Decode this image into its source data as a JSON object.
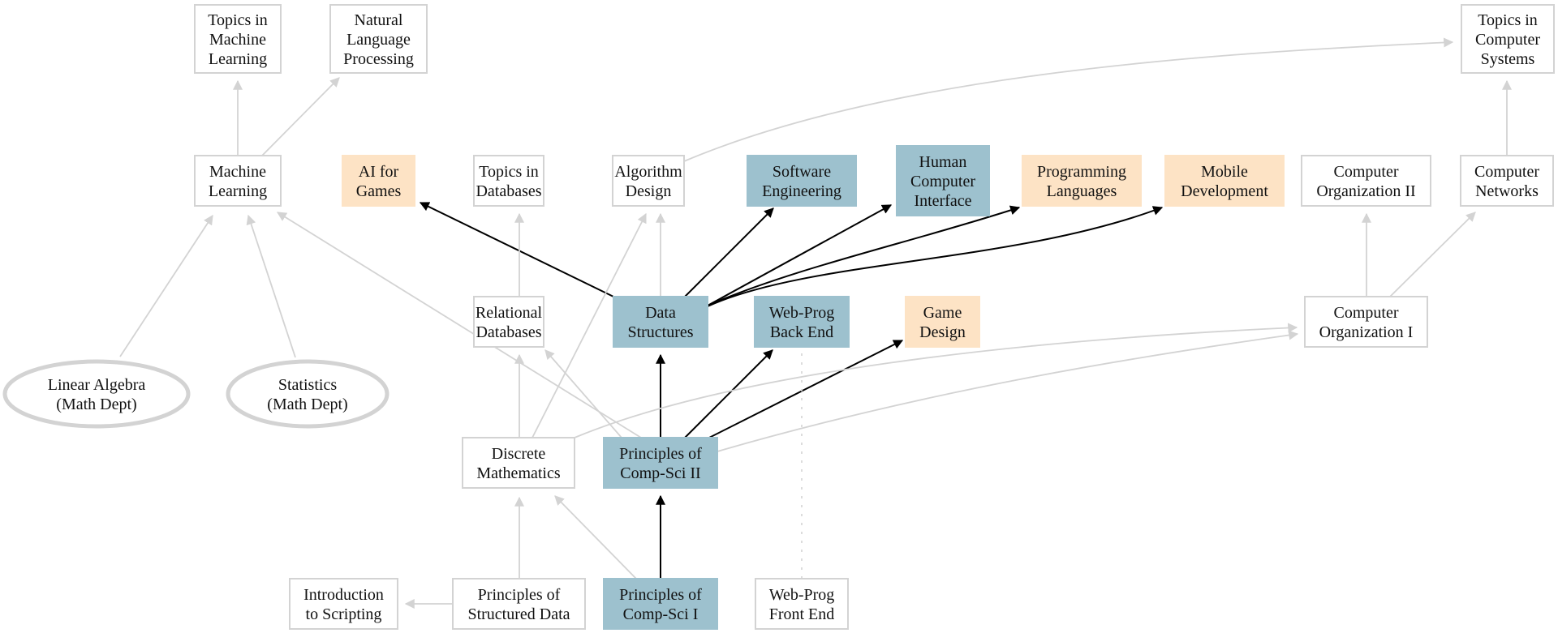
{
  "title": "Course prerequisite graph",
  "colors": {
    "core": "#9dc1ce",
    "elective": "#fde3c5",
    "plain_fill": "#ffffff",
    "plain_border": "#d3d3d3",
    "required_edge": "#000000",
    "other_edge": "#d3d3d3"
  },
  "nodes": [
    {
      "id": "tml",
      "lines": [
        "Topics in",
        "Machine",
        "Learning"
      ],
      "kind": "plain",
      "shape": "box"
    },
    {
      "id": "nlp",
      "lines": [
        "Natural",
        "Language",
        "Processing"
      ],
      "kind": "plain",
      "shape": "box"
    },
    {
      "id": "tcs",
      "lines": [
        "Topics in",
        "Computer",
        "Systems"
      ],
      "kind": "plain",
      "shape": "box"
    },
    {
      "id": "ml",
      "lines": [
        "Machine",
        "Learning"
      ],
      "kind": "plain",
      "shape": "box"
    },
    {
      "id": "aig",
      "lines": [
        "AI for",
        "Games"
      ],
      "kind": "elective",
      "shape": "box"
    },
    {
      "id": "tdb",
      "lines": [
        "Topics in",
        "Databases"
      ],
      "kind": "plain",
      "shape": "box"
    },
    {
      "id": "alg",
      "lines": [
        "Algorithm",
        "Design"
      ],
      "kind": "plain",
      "shape": "box"
    },
    {
      "id": "se",
      "lines": [
        "Software",
        "Engineering"
      ],
      "kind": "core",
      "shape": "box"
    },
    {
      "id": "hci",
      "lines": [
        "Human",
        "Computer",
        "Interface"
      ],
      "kind": "core",
      "shape": "box"
    },
    {
      "id": "pl",
      "lines": [
        "Programming",
        "Languages"
      ],
      "kind": "elective",
      "shape": "box"
    },
    {
      "id": "mob",
      "lines": [
        "Mobile",
        "Development"
      ],
      "kind": "elective",
      "shape": "box"
    },
    {
      "id": "co2",
      "lines": [
        "Computer",
        "Organization II"
      ],
      "kind": "plain",
      "shape": "box"
    },
    {
      "id": "net",
      "lines": [
        "Computer",
        "Networks"
      ],
      "kind": "plain",
      "shape": "box"
    },
    {
      "id": "rdb",
      "lines": [
        "Relational",
        "Databases"
      ],
      "kind": "plain",
      "shape": "box"
    },
    {
      "id": "ds",
      "lines": [
        "Data",
        "Structures"
      ],
      "kind": "core",
      "shape": "box"
    },
    {
      "id": "wpb",
      "lines": [
        "Web-Prog",
        "Back End"
      ],
      "kind": "core",
      "shape": "box"
    },
    {
      "id": "gd",
      "lines": [
        "Game",
        "Design"
      ],
      "kind": "elective",
      "shape": "box"
    },
    {
      "id": "co1",
      "lines": [
        "Computer",
        "Organization I"
      ],
      "kind": "plain",
      "shape": "box"
    },
    {
      "id": "la",
      "lines": [
        "Linear Algebra",
        "(Math Dept)"
      ],
      "kind": "plain",
      "shape": "ellipse"
    },
    {
      "id": "stat",
      "lines": [
        "Statistics",
        "(Math Dept)"
      ],
      "kind": "plain",
      "shape": "ellipse"
    },
    {
      "id": "dm",
      "lines": [
        "Discrete",
        "Mathematics"
      ],
      "kind": "plain",
      "shape": "box"
    },
    {
      "id": "pcs2",
      "lines": [
        "Principles of",
        "Comp-Sci II"
      ],
      "kind": "core",
      "shape": "box"
    },
    {
      "id": "its",
      "lines": [
        "Introduction",
        "to Scripting"
      ],
      "kind": "plain",
      "shape": "box"
    },
    {
      "id": "psd",
      "lines": [
        "Principles of",
        "Structured Data"
      ],
      "kind": "plain",
      "shape": "box"
    },
    {
      "id": "pcs1",
      "lines": [
        "Principles of",
        "Comp-Sci I"
      ],
      "kind": "core",
      "shape": "box"
    },
    {
      "id": "wpf",
      "lines": [
        "Web-Prog",
        "Front End"
      ],
      "kind": "plain",
      "shape": "box"
    }
  ],
  "edges": [
    {
      "from": "ml",
      "to": "tml",
      "style": "other"
    },
    {
      "from": "ml",
      "to": "nlp",
      "style": "other"
    },
    {
      "from": "net",
      "to": "tcs",
      "style": "other"
    },
    {
      "from": "alg",
      "to": "tcs",
      "style": "other"
    },
    {
      "from": "la",
      "to": "ml",
      "style": "other"
    },
    {
      "from": "stat",
      "to": "ml",
      "style": "other"
    },
    {
      "from": "pcs2",
      "to": "ml",
      "style": "other"
    },
    {
      "from": "ds",
      "to": "aig",
      "style": "required"
    },
    {
      "from": "rdb",
      "to": "tdb",
      "style": "other"
    },
    {
      "from": "dm",
      "to": "alg",
      "style": "other"
    },
    {
      "from": "ds",
      "to": "alg",
      "style": "other"
    },
    {
      "from": "ds",
      "to": "se",
      "style": "required"
    },
    {
      "from": "ds",
      "to": "hci",
      "style": "required"
    },
    {
      "from": "ds",
      "to": "pl",
      "style": "required"
    },
    {
      "from": "ds",
      "to": "mob",
      "style": "required"
    },
    {
      "from": "co1",
      "to": "co2",
      "style": "other"
    },
    {
      "from": "co1",
      "to": "net",
      "style": "other"
    },
    {
      "from": "dm",
      "to": "rdb",
      "style": "other"
    },
    {
      "from": "pcs2",
      "to": "rdb",
      "style": "other"
    },
    {
      "from": "pcs2",
      "to": "ds",
      "style": "required"
    },
    {
      "from": "pcs2",
      "to": "wpb",
      "style": "required"
    },
    {
      "from": "pcs2",
      "to": "gd",
      "style": "required"
    },
    {
      "from": "dm",
      "to": "co1",
      "style": "other"
    },
    {
      "from": "pcs2",
      "to": "co1",
      "style": "other"
    },
    {
      "from": "psd",
      "to": "dm",
      "style": "other"
    },
    {
      "from": "pcs1",
      "to": "dm",
      "style": "other"
    },
    {
      "from": "pcs1",
      "to": "pcs2",
      "style": "required"
    },
    {
      "from": "psd",
      "to": "its",
      "style": "other"
    },
    {
      "from": "wpf",
      "to": "wpb",
      "style": "dotted"
    }
  ]
}
